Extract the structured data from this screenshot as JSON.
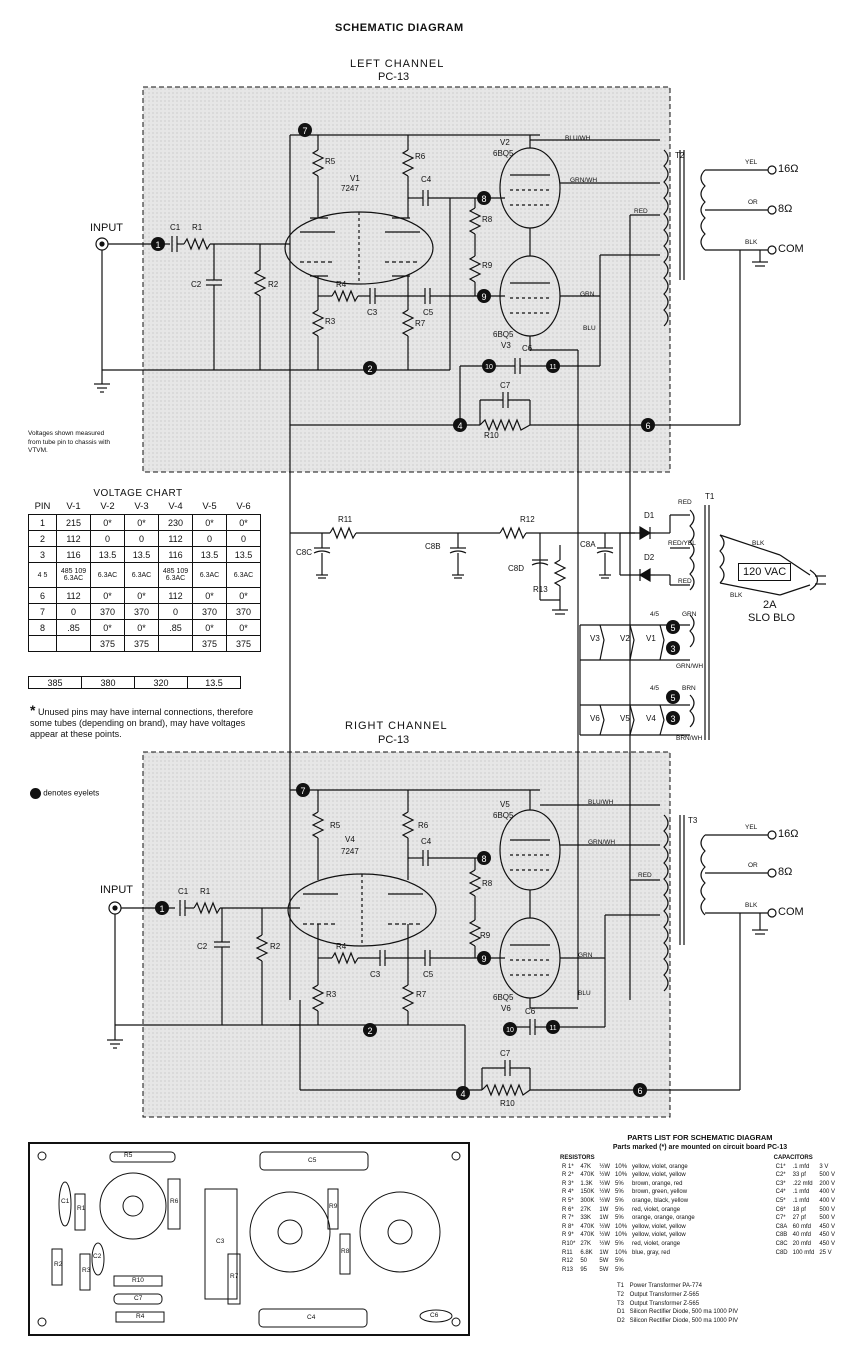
{
  "header": {
    "title": "SCHEMATIC DIAGRAM"
  },
  "left_channel": {
    "title": "LEFT CHANNEL",
    "board": "PC-13"
  },
  "right_channel": {
    "title": "RIGHT CHANNEL",
    "board": "PC-13"
  },
  "labels": {
    "input": "INPUT",
    "c1": "C1",
    "r1": "R1",
    "c2": "C2",
    "r2": "R2",
    "r3": "R3",
    "r4": "R4",
    "r5": "R5",
    "r6": "R6",
    "r7": "R7",
    "r8": "R8",
    "r9": "R9",
    "r10": "R10",
    "r11": "R11",
    "r12": "R12",
    "r13": "R13",
    "c3": "C3",
    "c4": "C4",
    "c5": "C5",
    "c6": "C6",
    "c7": "C7",
    "c8a": "C8A",
    "c8b": "C8B",
    "c8c": "C8C",
    "c8d": "C8D",
    "v1": "V1",
    "v1_type": "7247",
    "v2": "V2",
    "v2_type": "6BQ5",
    "v3": "V3",
    "v3_type": "6BQ5",
    "v4": "V4",
    "v4_type": "7247",
    "v5": "V5",
    "v5_type": "6BQ5",
    "v6": "V6",
    "v6_type": "6BQ5",
    "t1": "T1",
    "t2": "T2",
    "t3": "T3",
    "d1": "D1",
    "d2": "D2",
    "blu_wh": "BLU/WH",
    "grn_wh": "GRN/WH",
    "red": "RED",
    "grn": "GRN",
    "blu": "BLU",
    "yel": "YEL",
    "or": "OR",
    "blk": "BLK",
    "red_yel": "RED/YEL",
    "brn": "BRN",
    "brn_wh": "BRN/WH",
    "ohm16": "16Ω",
    "ohm8": "8Ω",
    "com": "COM",
    "vac": "120 VAC",
    "fuse": "2A",
    "fuse_type": "SLO BLO",
    "pin_4_5": "4/5",
    "pin_4": "4",
    "pin_5": "5",
    "pin_9": "9",
    "pin_3": "3",
    "pin_6": "6",
    "pin_8": "8",
    "pin_2": "2",
    "pin_7": "7",
    "pin_1": "1"
  },
  "notes": {
    "voltages": "Voltages shown measured from tube pin to chassis with VTVM.",
    "unused_pins": "Unused pins may have internal connections, therefore some tubes (depending on brand), may have voltages appear at these points.",
    "asterisk": "*",
    "eyelets": "denotes eyelets"
  },
  "voltage_chart": {
    "title": "VOLTAGE CHART",
    "headers": [
      "PIN",
      "V-1",
      "V-2",
      "V-3",
      "V-4",
      "V-5",
      "V-6"
    ],
    "rows": [
      [
        "1",
        "215",
        "0*",
        "0*",
        "230",
        "0*",
        "0*"
      ],
      [
        "2",
        "112",
        "0",
        "0",
        "112",
        "0",
        "0"
      ],
      [
        "3",
        "116",
        "13.5",
        "13.5",
        "116",
        "13.5",
        "13.5"
      ],
      [
        "4 5",
        "485 109 6.3AC",
        "6.3AC",
        "6.3AC",
        "485 109 6.3AC",
        "6.3AC",
        "6.3AC"
      ],
      [
        "6",
        "112",
        "0*",
        "0*",
        "112",
        "0*",
        "0*"
      ],
      [
        "7",
        "0",
        "370",
        "370",
        "0",
        "370",
        "370"
      ],
      [
        "8",
        ".85",
        "0*",
        "0*",
        ".85",
        "0*",
        "0*"
      ],
      [
        "",
        "",
        "375",
        "375",
        "",
        "375",
        "375"
      ]
    ],
    "summary": [
      "385",
      "380",
      "320",
      "13.5"
    ]
  },
  "eyelets": [
    "1",
    "2",
    "3",
    "4",
    "5",
    "6",
    "7",
    "8",
    "9",
    "10",
    "11"
  ],
  "parts_list": {
    "title": "PARTS LIST FOR SCHEMATIC DIAGRAM",
    "subtitle": "Parts marked (*) are mounted on circuit board PC-13",
    "resistors_header": "RESISTORS",
    "capacitors_header": "CAPACITORS",
    "resistors": [
      [
        "R 1*",
        "47K",
        "½W",
        "10%",
        "yellow, violet, orange"
      ],
      [
        "R 2*",
        "470K",
        "½W",
        "10%",
        "yellow, violet, yellow"
      ],
      [
        "R 3*",
        "1.3K",
        "½W",
        "5%",
        "brown, orange, red"
      ],
      [
        "R 4*",
        "150K",
        "½W",
        "5%",
        "brown, green, yellow"
      ],
      [
        "R 5*",
        "300K",
        "½W",
        "5%",
        "orange, black, yellow"
      ],
      [
        "R 6*",
        "27K",
        "1W",
        "5%",
        "red, violet, orange"
      ],
      [
        "R 7*",
        "33K",
        "1W",
        "5%",
        "orange, orange, orange"
      ],
      [
        "R 8*",
        "470K",
        "½W",
        "10%",
        "yellow, violet, yellow"
      ],
      [
        "R 9*",
        "470K",
        "½W",
        "10%",
        "yellow, violet, yellow"
      ],
      [
        "R10*",
        "27K",
        "½W",
        "5%",
        "red, violet, orange"
      ],
      [
        "R11",
        "6.8K",
        "1W",
        "10%",
        "blue, gray, red"
      ],
      [
        "R12",
        "50",
        "5W",
        "5%",
        ""
      ],
      [
        "R13",
        "95",
        "5W",
        "5%",
        ""
      ]
    ],
    "capacitors": [
      [
        "C1*",
        ".1 mfd",
        "3 V"
      ],
      [
        "C2*",
        "33 pf",
        "500 V"
      ],
      [
        "C3*",
        ".22 mfd",
        "200 V"
      ],
      [
        "C4*",
        ".1 mfd",
        "400 V"
      ],
      [
        "C5*",
        ".1 mfd",
        "400 V"
      ],
      [
        "C6*",
        "18 pf",
        "500 V"
      ],
      [
        "C7*",
        "27 pf",
        "500 V"
      ],
      [
        "C8A",
        "60 mfd",
        "450 V"
      ],
      [
        "C8B",
        "40 mfd",
        "450 V"
      ],
      [
        "C8C",
        "20 mfd",
        "450 V"
      ],
      [
        "C8D",
        "100 mfd",
        "25 V"
      ]
    ],
    "others": [
      [
        "T1",
        "Power Transformer PA-774"
      ],
      [
        "T2",
        "Output Transformer Z-565"
      ],
      [
        "T3",
        "Output Transformer Z-565"
      ],
      [
        "D1",
        "Silicon Rectifier Diode, 500 ma 1000 PIV"
      ],
      [
        "D2",
        "Silicon Rectifier Diode, 500 ma 1000 PIV"
      ]
    ]
  },
  "board_labels": {
    "r5": "R5",
    "c5": "C5",
    "c1": "C1",
    "r1": "R1",
    "r2": "R2",
    "c2": "C2",
    "r3": "R3",
    "c7": "C7",
    "r4": "R4",
    "r10": "R10",
    "r6a": "R6",
    "c3": "C3",
    "r7": "R7",
    "c4": "C4",
    "r9": "R9",
    "r8": "R8",
    "c6": "C6"
  }
}
